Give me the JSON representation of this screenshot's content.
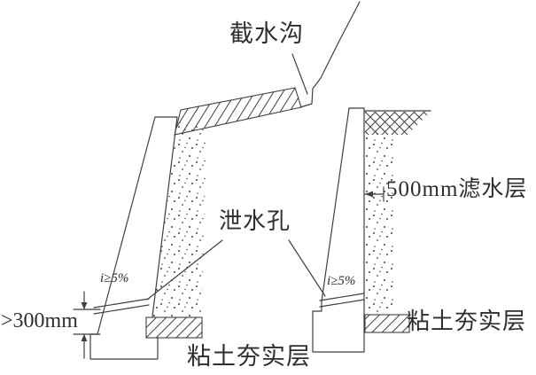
{
  "labels": {
    "intercepting_ditch": "截水沟",
    "filter_layer": "500mm滤水层",
    "weep_hole": "泄水孔",
    "min_embedment": ">300mm",
    "clay_layer_center": "粘土夯实层",
    "clay_layer_right": "粘土夯实层",
    "weep_slope_left": "i≥5%",
    "weep_slope_right": "i≥5%"
  },
  "colors": {
    "line": "#3f3f3f",
    "text": "#2e2e2e",
    "background": "#ffffff"
  }
}
